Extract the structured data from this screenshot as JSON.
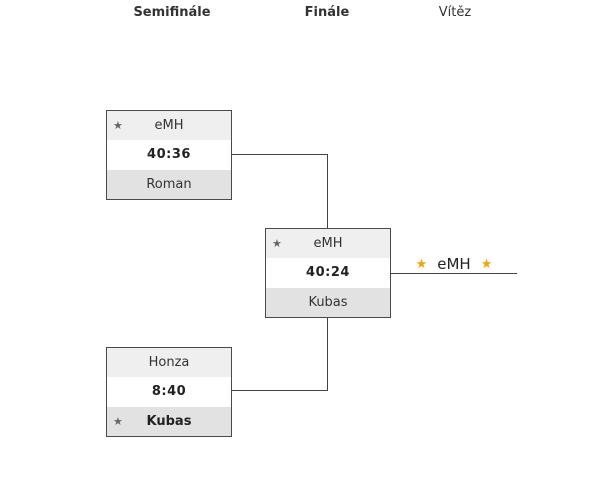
{
  "rounds": {
    "semifinal": "Semifinále",
    "final": "Finále",
    "winner": "Vítěz"
  },
  "matches": {
    "semi_top": {
      "team1": "eMH",
      "score": "40:36",
      "team2": "Roman",
      "winner_team": 1
    },
    "semi_bottom": {
      "team1": "Honza",
      "score": "8:40",
      "team2": "Kubas",
      "winner_team": 2
    },
    "final": {
      "team1": "eMH",
      "score": "40:24",
      "team2": "Kubas",
      "winner_team": 1
    }
  },
  "champion": {
    "name": "eMH"
  },
  "icons": {
    "winner_star": "star-icon",
    "champion_star": "star-icon"
  },
  "colors": {
    "champion_star": "#f0a500",
    "winner_star": "#666666",
    "border": "#4a4a4a"
  }
}
